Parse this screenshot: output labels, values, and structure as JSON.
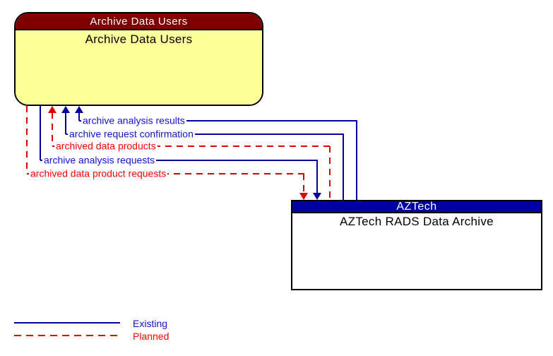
{
  "diagram": {
    "boxes": {
      "users": {
        "header": "Archive Data Users",
        "title": "Archive Data Users",
        "header_bg": "#7E0000",
        "body_bg": "#FFFF99"
      },
      "aztech": {
        "header": "AZTech",
        "title": "AZTech RADS Data Archive",
        "header_bg": "#0000A0",
        "body_bg": "#FFFFFF"
      }
    },
    "flows": [
      {
        "label": "archive analysis results",
        "status": "existing",
        "direction": "to-users"
      },
      {
        "label": "archive request confirmation",
        "status": "existing",
        "direction": "to-users"
      },
      {
        "label": "archived data products",
        "status": "planned",
        "direction": "to-users"
      },
      {
        "label": "archive analysis requests",
        "status": "existing",
        "direction": "to-aztech"
      },
      {
        "label": "archived data product requests",
        "status": "planned",
        "direction": "to-aztech"
      }
    ],
    "legend": [
      {
        "label": "Existing",
        "style": "solid",
        "text_color": "#1414CD"
      },
      {
        "label": "Planned",
        "style": "dashed",
        "text_color": "#FF0000"
      }
    ],
    "colors": {
      "existing_line": "#00009C",
      "existing_text": "#1414CD",
      "planned_line": "#DD0000",
      "planned_text": "#FF0000"
    }
  }
}
